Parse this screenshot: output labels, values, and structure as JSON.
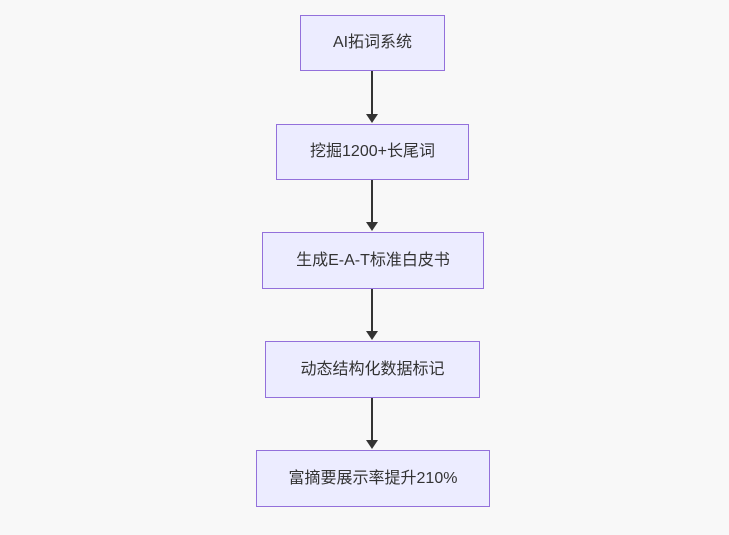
{
  "page": {
    "background": "#f8f8f8"
  },
  "diagram": {
    "type": "flowchart",
    "direction": "top-down",
    "colors": {
      "node_fill": "#ECECFF",
      "node_border": "#9370DB",
      "edge_color": "#333333",
      "text_color": "#333333"
    },
    "nodes": [
      {
        "label": "AI拓词系统"
      },
      {
        "label": "挖掘1200+长尾词"
      },
      {
        "label": "生成E-A-T标准白皮书"
      },
      {
        "label": "动态结构化数据标记"
      },
      {
        "label": "富摘要展示率提升210%"
      }
    ],
    "edges": [
      {
        "from": "AI拓词系统",
        "to": "挖掘1200+长尾词"
      },
      {
        "from": "挖掘1200+长尾词",
        "to": "生成E-A-T标准白皮书"
      },
      {
        "from": "生成E-A-T标准白皮书",
        "to": "动态结构化数据标记"
      },
      {
        "from": "动态结构化数据标记",
        "to": "富摘要展示率提升210%"
      }
    ]
  }
}
